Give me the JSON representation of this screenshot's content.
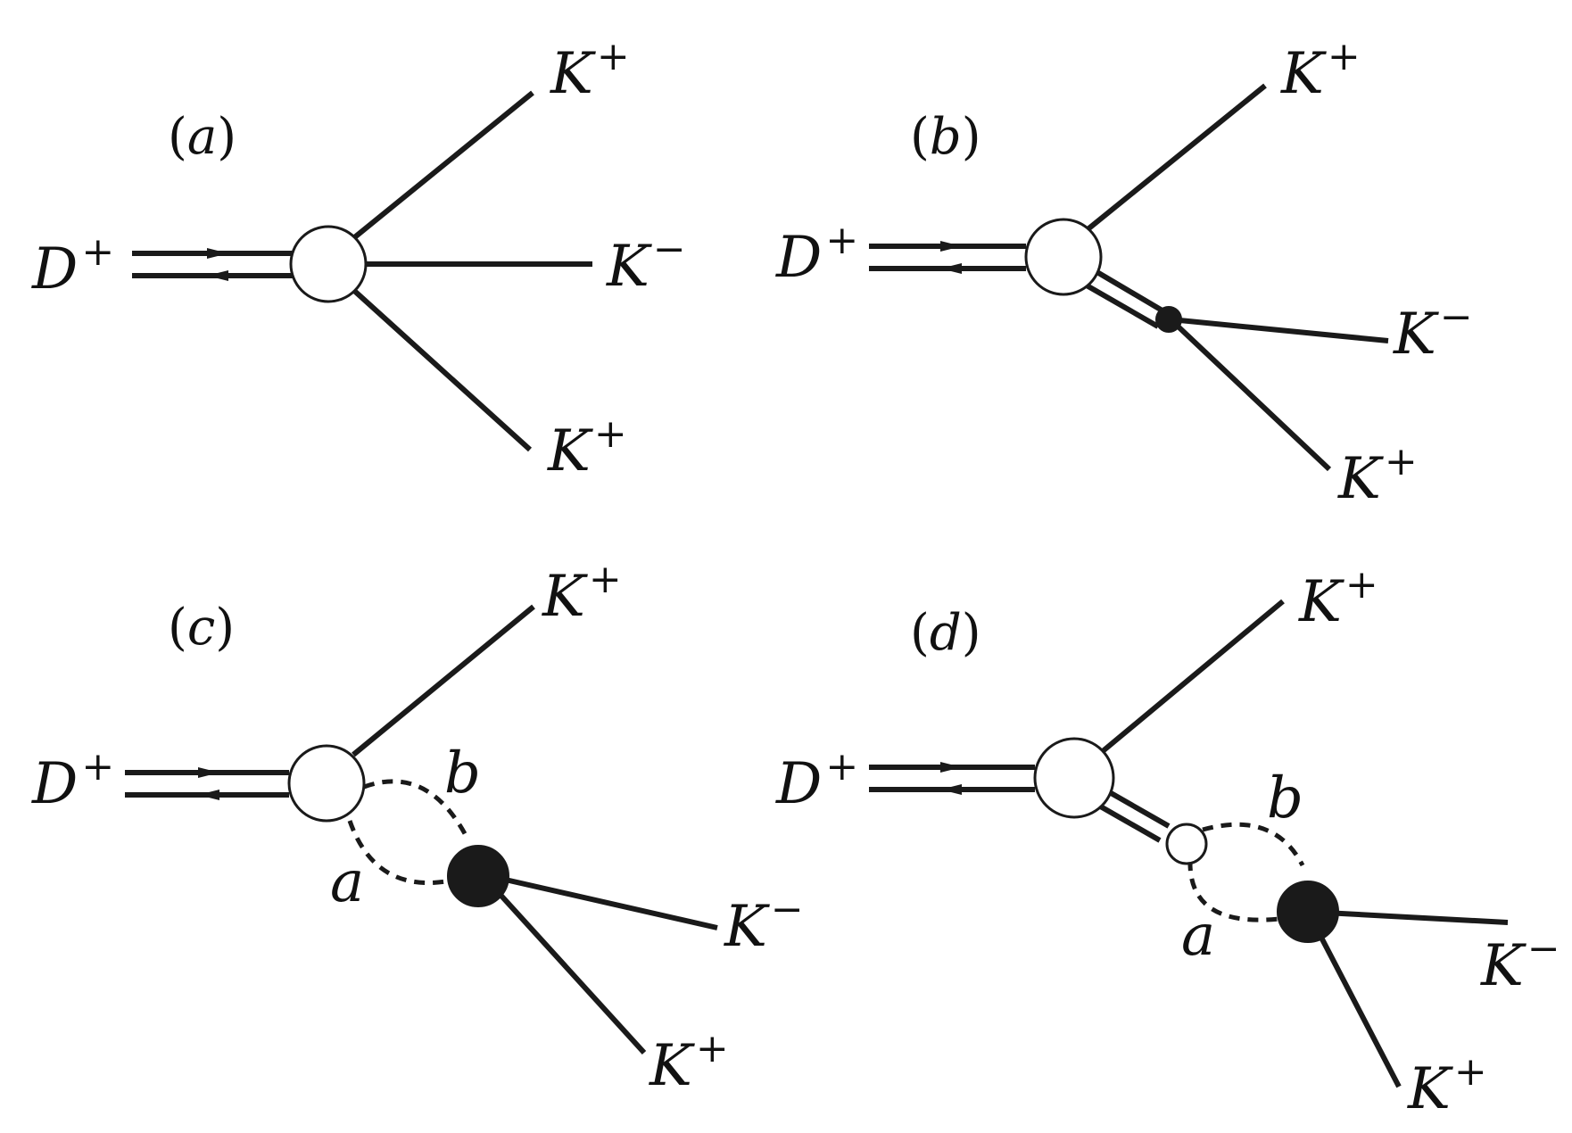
{
  "panels": [
    {
      "id": "a",
      "label": "a",
      "initial": {
        "name": "D",
        "charge": "+"
      },
      "finals": [
        {
          "name": "K",
          "charge": "+"
        },
        {
          "name": "K",
          "charge": "−"
        },
        {
          "name": "K",
          "charge": "+"
        }
      ]
    },
    {
      "id": "b",
      "label": "b",
      "initial": {
        "name": "D",
        "charge": "+"
      },
      "finals": [
        {
          "name": "K",
          "charge": "+"
        },
        {
          "name": "K",
          "charge": "−"
        },
        {
          "name": "K",
          "charge": "+"
        }
      ]
    },
    {
      "id": "c",
      "label": "c",
      "initial": {
        "name": "D",
        "charge": "+"
      },
      "finals": [
        {
          "name": "K",
          "charge": "+"
        },
        {
          "name": "K",
          "charge": "−"
        },
        {
          "name": "K",
          "charge": "+"
        }
      ],
      "loop": {
        "upper": "b",
        "lower": "a"
      }
    },
    {
      "id": "d",
      "label": "d",
      "initial": {
        "name": "D",
        "charge": "+"
      },
      "finals": [
        {
          "name": "K",
          "charge": "+"
        },
        {
          "name": "K",
          "charge": "−"
        },
        {
          "name": "K",
          "charge": "+"
        }
      ],
      "loop": {
        "upper": "b",
        "lower": "a"
      }
    }
  ],
  "colors": {
    "ink": "#1a1a1a",
    "vertex_fill": "#ffffff"
  }
}
